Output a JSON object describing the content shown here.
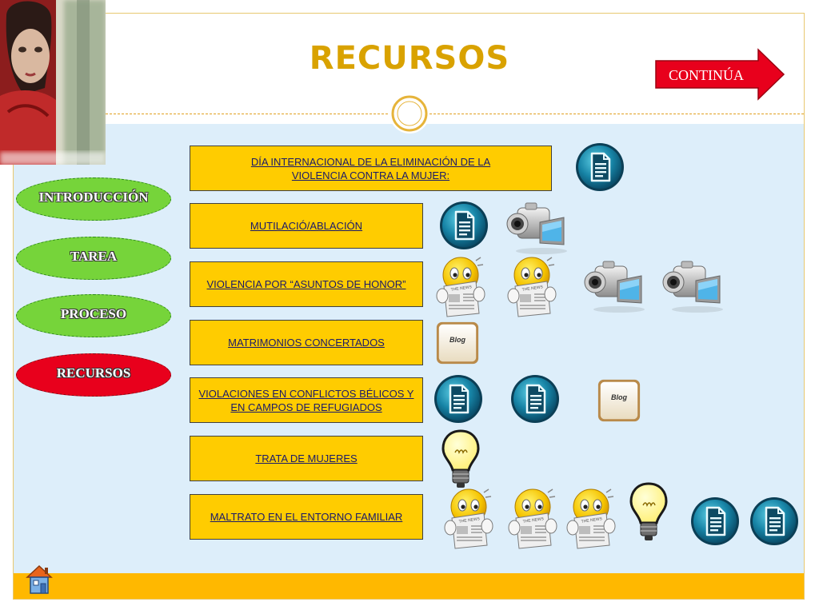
{
  "header": {
    "title": "RECURSOS",
    "continue_label": "CONTINÚA"
  },
  "nav": {
    "items": [
      {
        "label": "INTRODUCCIÓN",
        "state": "normal"
      },
      {
        "label": "TAREA",
        "state": "normal"
      },
      {
        "label": "PROCESO",
        "state": "normal"
      },
      {
        "label": "RECURSOS",
        "state": "active"
      }
    ]
  },
  "topics": [
    {
      "label": "DÍA INTERNACIONAL DE LA ELIMINACIÓN DE LA VIOLENCIA CONTRA LA MUJER:",
      "icons": [
        "document-icon"
      ]
    },
    {
      "label": "MUTILACIÓ/ABLACIÓN",
      "icons": [
        "document-icon",
        "video-camera-icon"
      ]
    },
    {
      "label": "VIOLENCIA POR “ASUNTOS DE HONOR”",
      "icons": [
        "newspaper-smiley-icon",
        "newspaper-smiley-icon",
        "video-camera-icon",
        "video-camera-icon"
      ]
    },
    {
      "label": "MATRIMONIOS CONCERTADOS",
      "icons": [
        "blog-icon"
      ]
    },
    {
      "label": "VIOLACIONES EN CONFLICTOS BÉLICOS Y EN CAMPOS DE REFUGIADOS",
      "icons": [
        "document-icon",
        "document-icon",
        "blog-icon"
      ]
    },
    {
      "label": "TRATA DE MUJERES",
      "icons": [
        "lightbulb-icon"
      ]
    },
    {
      "label": "MALTRATO EN EL ENTORNO FAMILIAR",
      "icons": [
        "newspaper-smiley-icon",
        "newspaper-smiley-icon",
        "newspaper-smiley-icon",
        "lightbulb-icon",
        "document-icon",
        "document-icon"
      ]
    }
  ],
  "icon_text": {
    "blog": "Blog",
    "news": "THE NEWS"
  },
  "colors": {
    "title": "#d9a200",
    "topic_fill": "#ffcc00",
    "nav_green": "#76d43a",
    "nav_active": "#e8001c",
    "continue_arrow": "#e8001c",
    "content_bg": "#ddeefa",
    "footer": "#ffb800"
  }
}
